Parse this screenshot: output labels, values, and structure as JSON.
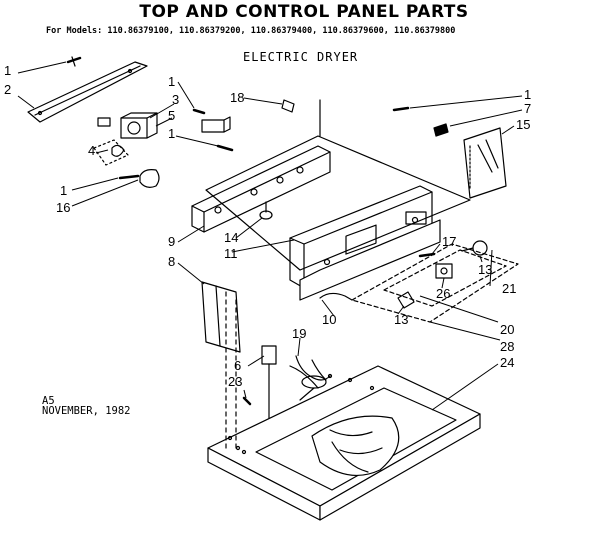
{
  "title": "TOP AND CONTROL PANEL PARTS",
  "models": "For Models: 110.86379100, 110.86379200, 110.86379400, 110.86379600, 110.86379800",
  "subtitle": "ELECTRIC DRYER",
  "footer": {
    "code": "A5",
    "date": "NOVEMBER, 1982"
  },
  "callouts": {
    "c1a": "1",
    "c2": "2",
    "c1b": "1",
    "c3": "3",
    "c5": "5",
    "c1c": "1",
    "c4": "4",
    "c1d": "1",
    "c16": "16",
    "c18": "18",
    "c1e": "1",
    "c7": "7",
    "c15": "15",
    "c9": "9",
    "c14": "14",
    "c11": "11",
    "c17": "17",
    "c13a": "13",
    "c8": "8",
    "c26": "26",
    "c21": "21",
    "c10": "10",
    "c13b": "13",
    "c20": "20",
    "c28": "28",
    "c6": "6",
    "c19": "19",
    "c24": "24",
    "c23": "23"
  }
}
